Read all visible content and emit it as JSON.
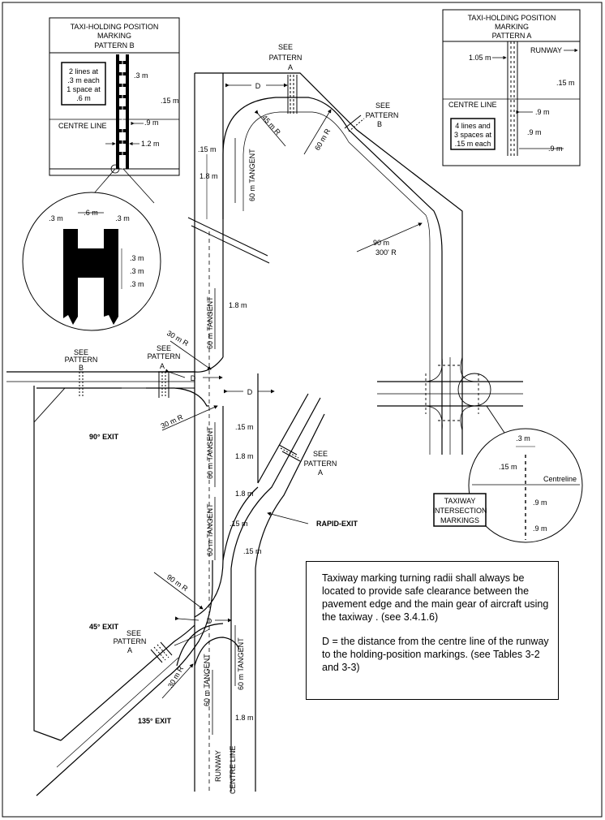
{
  "pattern_b_box": {
    "title_lines": [
      "TAXI-HOLDING POSITION",
      "MARKING",
      "PATTERN B"
    ],
    "legend_lines": [
      "2 lines at",
      ".3 m each",
      "1 space at",
      ".6 m"
    ],
    "centre_line": "CENTRE LINE",
    "dims": {
      "d3": ".3 m",
      "d15": ".15 m",
      "d9": ".9 m",
      "d12": "1.2 m"
    }
  },
  "pattern_a_box": {
    "title_lines": [
      "TAXI-HOLDING POSITION",
      "MARKING",
      "PATTERN A"
    ],
    "runway": "RUNWAY",
    "centre_line": "CENTRE LINE",
    "legend_lines": [
      "4 lines and",
      "3 spaces at",
      ".15 m each"
    ],
    "dims": {
      "d105": "1.05 m",
      "d15": ".15 m",
      "d9a": ".9 m",
      "d9b": ".9 m",
      "d9c": ".9 m"
    }
  },
  "zoom_circle": {
    "dims": {
      "left": ".3 m",
      "mid": ".6 m",
      "right": ".3 m",
      "v1": ".3 m",
      "v2": ".3 m",
      "v3": ".3 m"
    }
  },
  "intersection": {
    "dims": {
      "d3": ".3 m",
      "d15": ".15 m",
      "centreline": "Centreline",
      "d9a": ".9 m",
      "d9b": ".9 m"
    },
    "box_lines": [
      "TAXIWAY",
      "INTERSECTION",
      "MARKINGS"
    ]
  },
  "labels": {
    "see": "SEE",
    "pattern_a": "PATTERN",
    "letter_a": "A",
    "letter_b": "B",
    "d": "D",
    "r45": "45 m R",
    "r60": "60 m R",
    "r90": "90 m",
    "r300": "300' R",
    "r30": "30 m R",
    "r90b": "90 m R",
    "tangent": "60 m TANGENT",
    "d15": ".15 m",
    "d18": "1.8 m",
    "exit90": "90° EXIT",
    "exit45": "45° EXIT",
    "exit135": "135° EXIT",
    "rapid": "RAPID-EXIT",
    "runway": "RUNWAY",
    "centre_line": "CENTRE LINE"
  },
  "note": {
    "p1": "Taxiway marking turning radii shall always be located to provide safe clearance between the pavement edge and the main gear of aircraft using the taxiway . (see 3.4.1.6)",
    "p2": "D = the distance from the centre line of the runway to the holding-position markings. (see Tables 3-2 and 3-3)"
  }
}
